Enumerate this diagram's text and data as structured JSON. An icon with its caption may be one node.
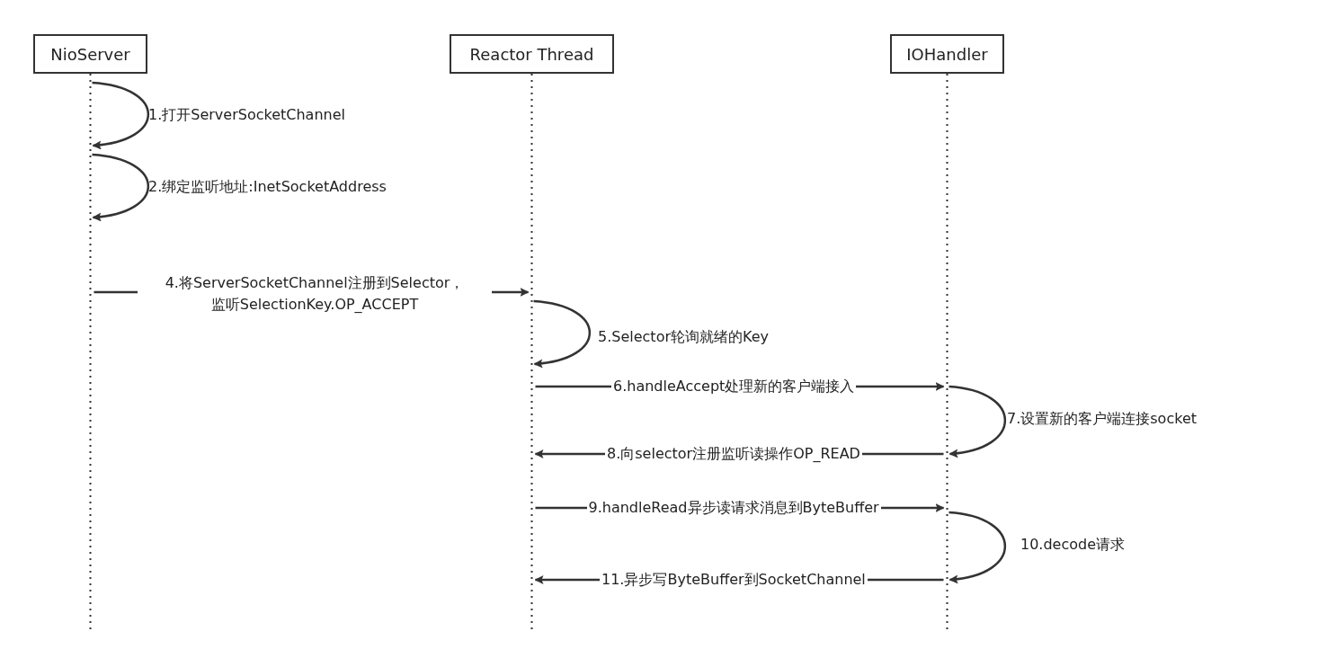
{
  "diagram": {
    "nodes": [
      {
        "text": [
          "NioServer"
        ]
      },
      {
        "text": [
          "Reactor Thread"
        ]
      },
      {
        "text": [
          "IOHandler"
        ]
      }
    ],
    "edges": [
      {
        "from": 0,
        "to": 0,
        "arrow": "to",
        "label": "1.打开ServerSocketChannel"
      },
      {
        "from": 0,
        "to": 0,
        "arrow": "to",
        "label": "2.绑定监听地址:InetSocketAddress"
      },
      {
        "from": 0,
        "to": 1,
        "arrow": "to",
        "label": "4.将ServerSocketChannel注册到Selector，监听SelectionKey.OP_ACCEPT"
      },
      {
        "from": 1,
        "to": 1,
        "arrow": "to",
        "label": "5.Selector轮询就绪的Key"
      },
      {
        "from": 1,
        "to": 2,
        "arrow": "to",
        "label": "6.handleAccept处理新的客户端接入"
      },
      {
        "from": 2,
        "to": 2,
        "arrow": "to",
        "label": "7.设置新的客户端连接socket"
      },
      {
        "from": 2,
        "to": 1,
        "arrow": "to",
        "label": "8.向selector注册监听读操作OP_READ"
      },
      {
        "from": 1,
        "to": 2,
        "arrow": "to",
        "label": "9.handleRead异步读请求消息到ByteBuffer"
      },
      {
        "from": 2,
        "to": 2,
        "arrow": "to",
        "label": "10.decode请求"
      },
      {
        "from": 2,
        "to": 1,
        "arrow": "to",
        "label": "11.异步写ByteBuffer到SocketChannel"
      }
    ]
  }
}
